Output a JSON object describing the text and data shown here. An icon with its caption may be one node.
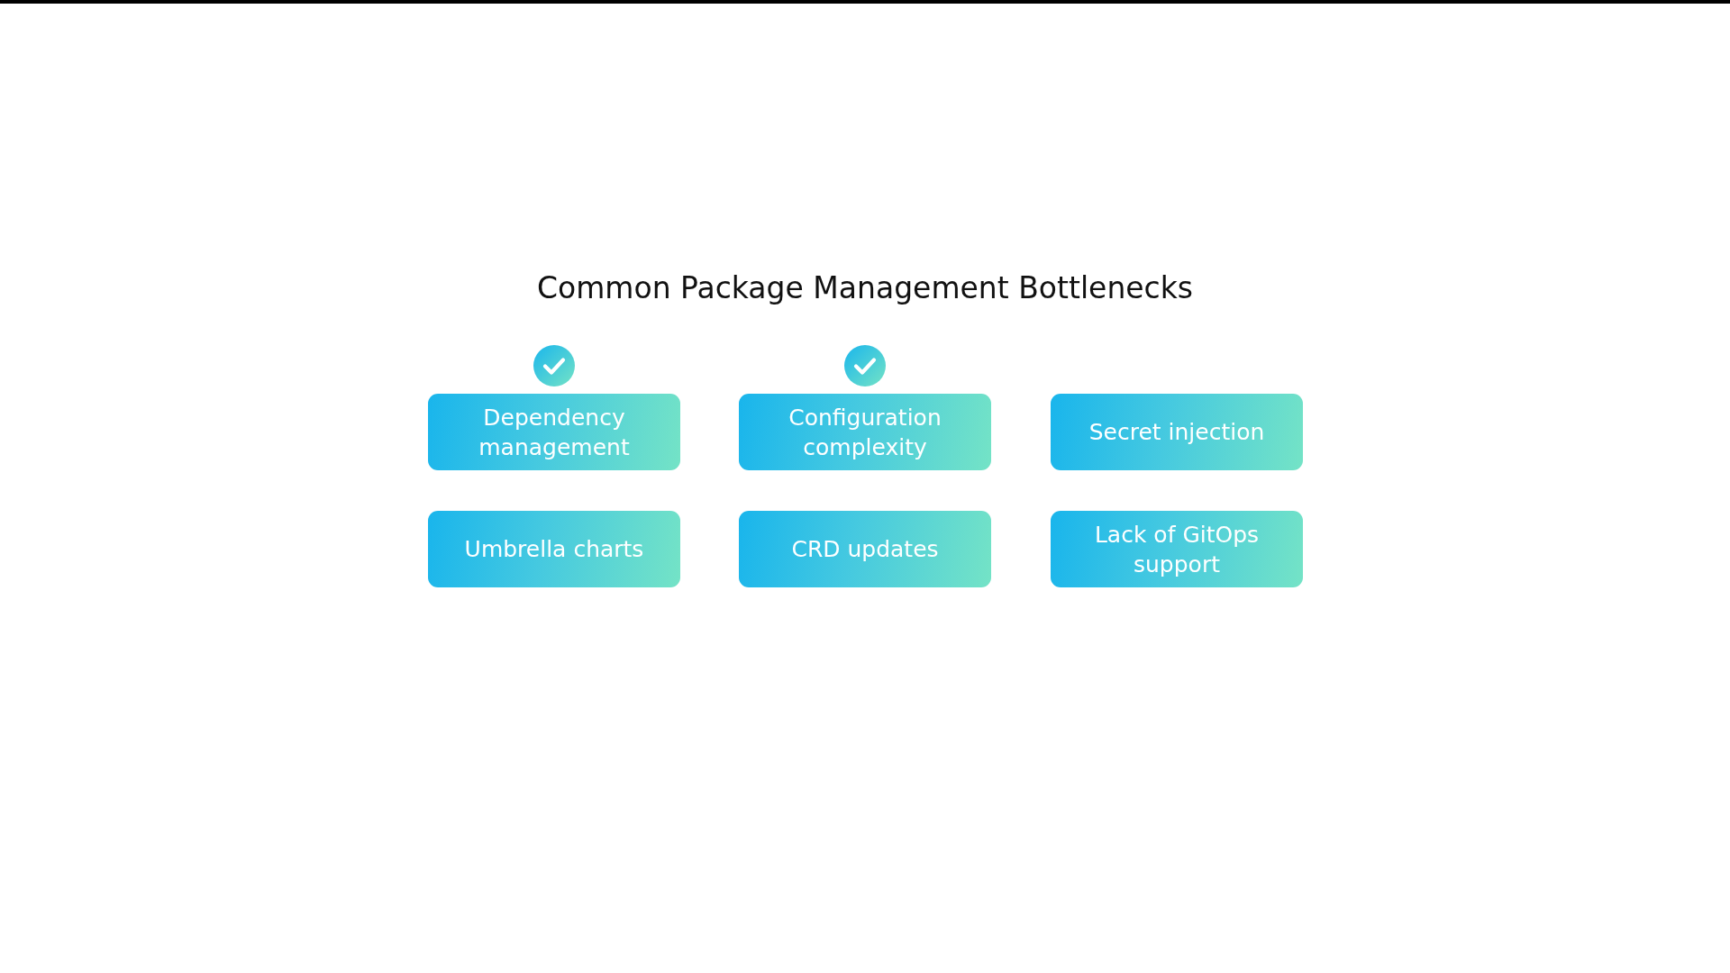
{
  "diagram": {
    "title": "Common Package Management Bottlenecks",
    "nodes": [
      {
        "text": [
          "Dependency management"
        ]
      },
      {
        "text": [
          "Configuration complexity"
        ]
      },
      {
        "text": [
          "Secret injection"
        ]
      },
      {
        "text": [
          "Umbrella charts"
        ]
      },
      {
        "text": [
          "CRD updates"
        ]
      },
      {
        "text": [
          "Lack of GitOps support"
        ]
      }
    ]
  }
}
